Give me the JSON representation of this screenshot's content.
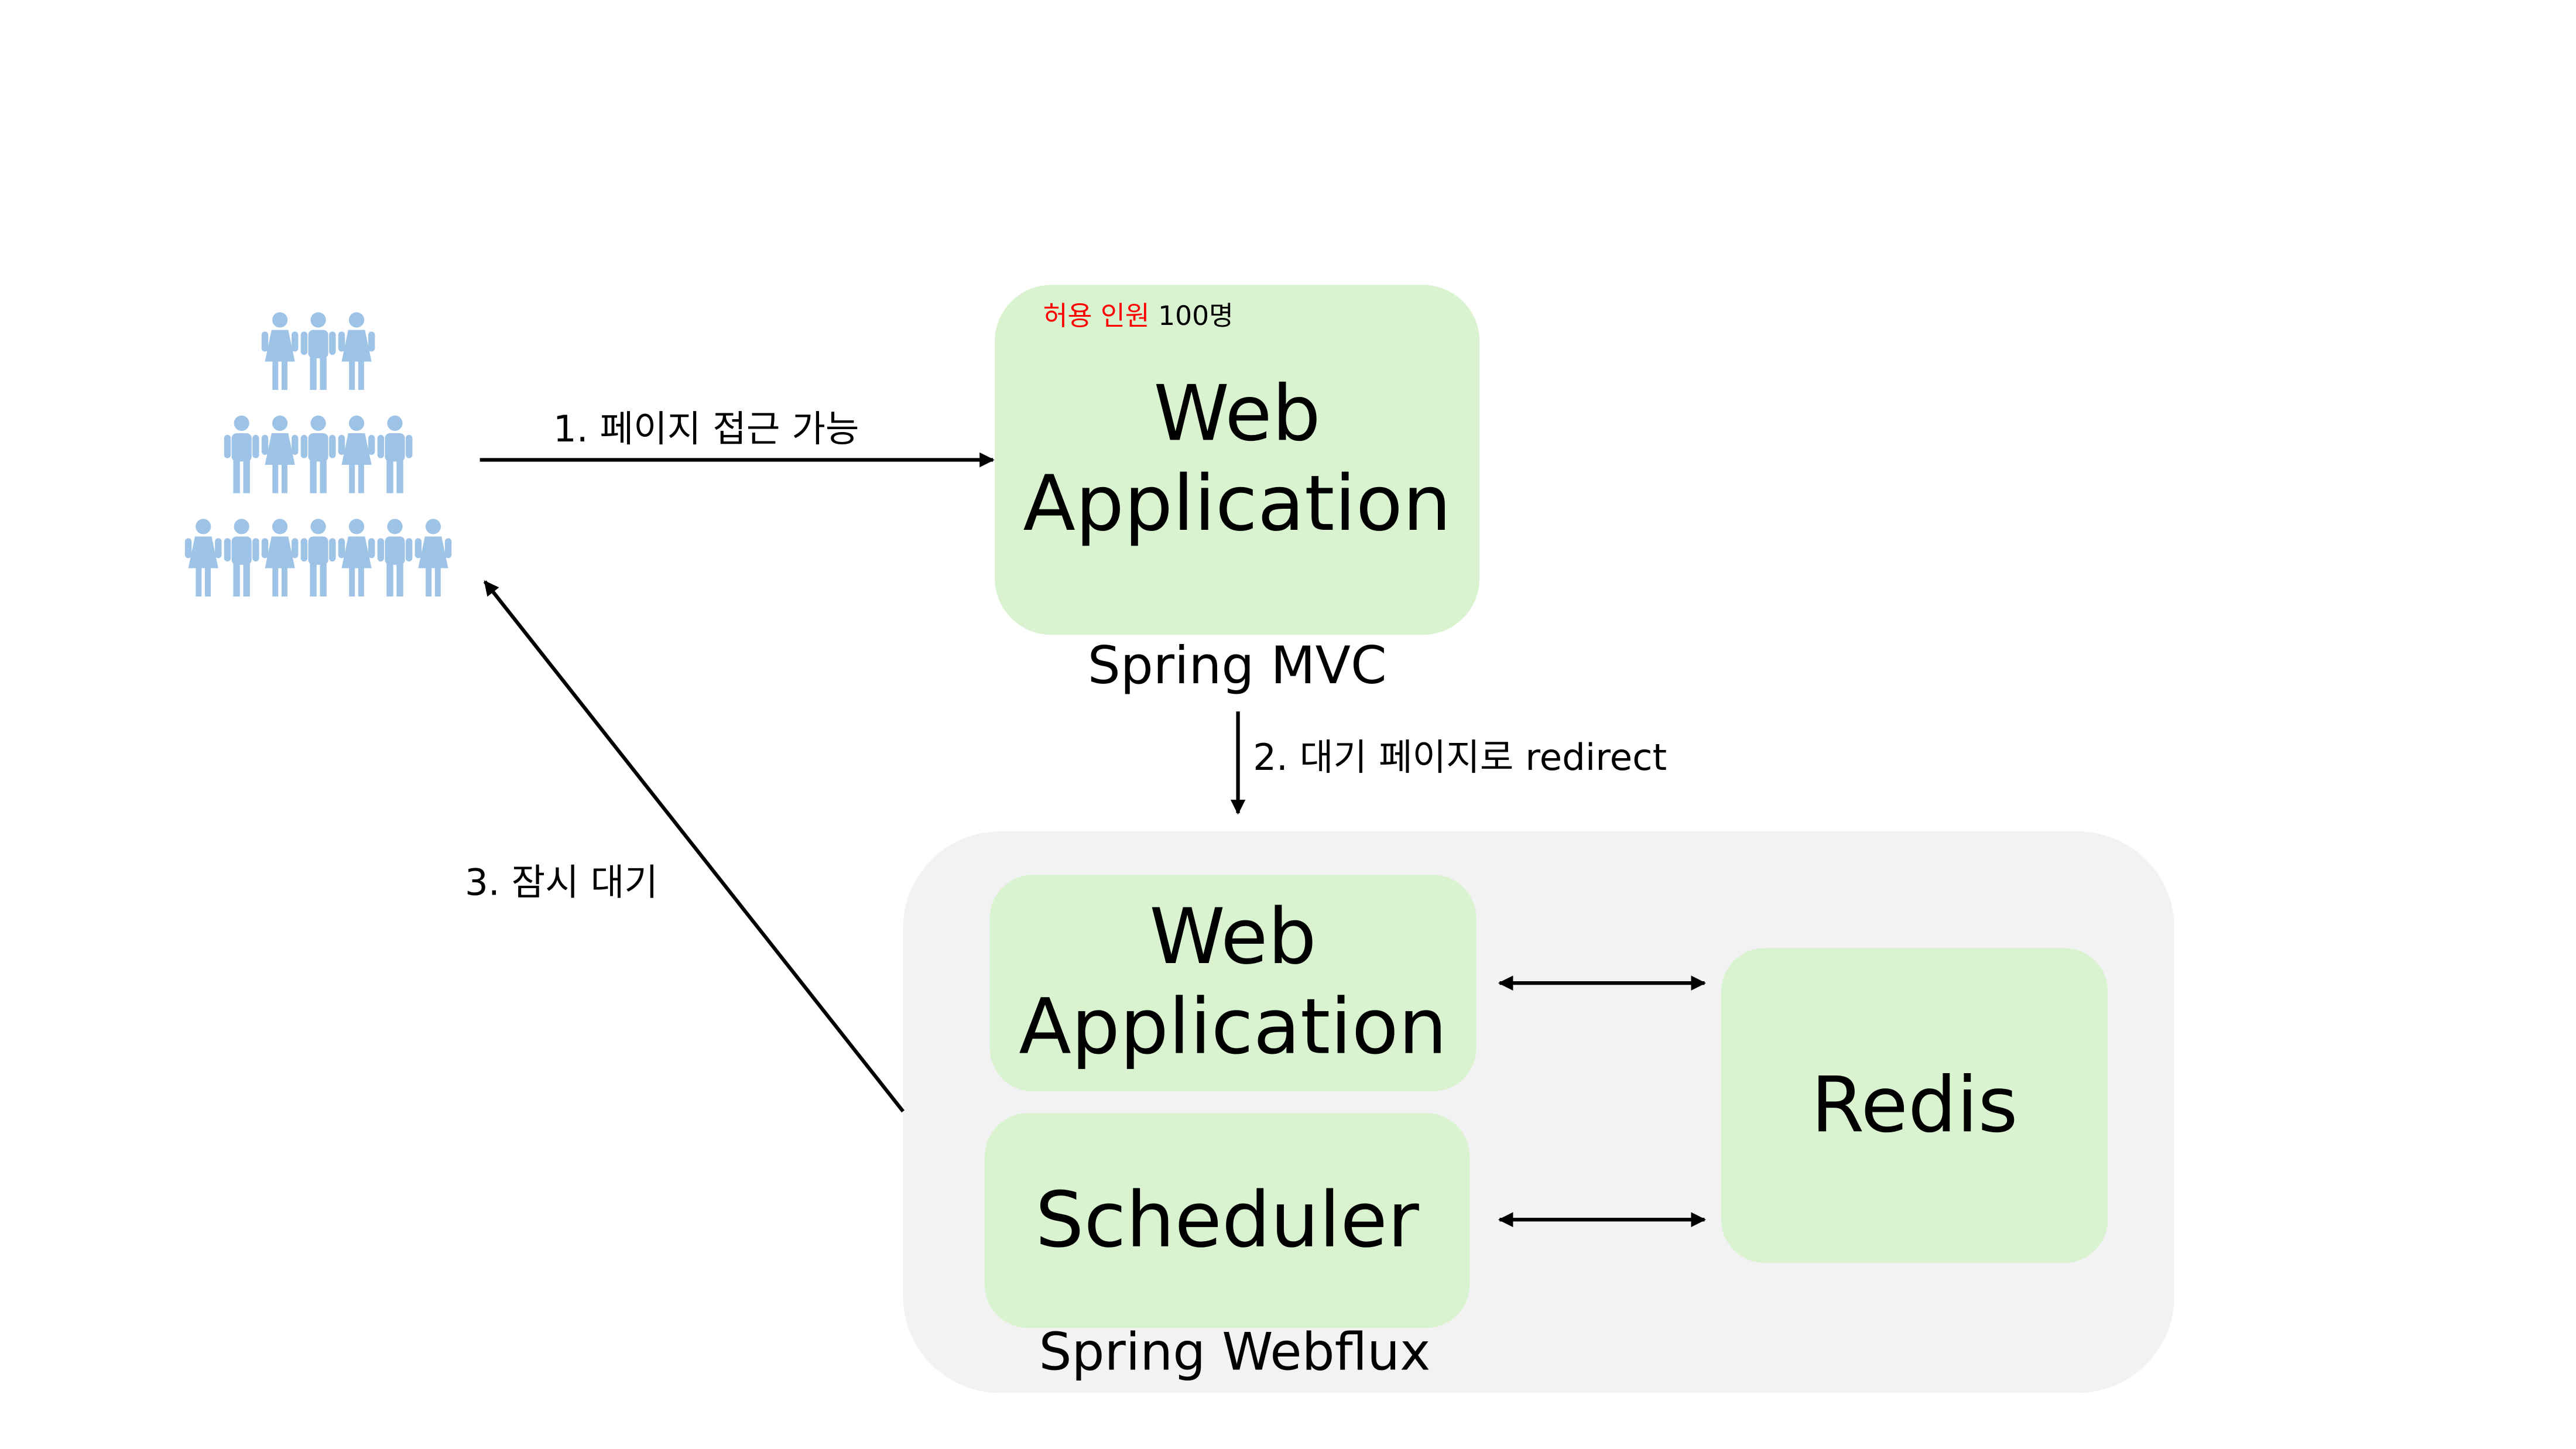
{
  "colors": {
    "box_fill": "#d9f2d0",
    "group_fill": "#f2f2f2",
    "people": "#9dc3e6",
    "highlight_text": "#ff0000",
    "arrow": "#000000"
  },
  "people_icon": "crowd-pyramid-icon",
  "web_mvc": {
    "capacity_label": "허용 인원",
    "capacity_value": "100명",
    "title": "Web\nApplication",
    "caption": "Spring MVC"
  },
  "webflux": {
    "web_title": "Web\nApplication",
    "scheduler_title": "Scheduler",
    "redis_title": "Redis",
    "caption": "Spring Webflux"
  },
  "arrows": {
    "step1": "1. 페이지 접근 가능",
    "step2": "2. 대기 페이지로 redirect",
    "step3": "3. 잠시 대기"
  }
}
